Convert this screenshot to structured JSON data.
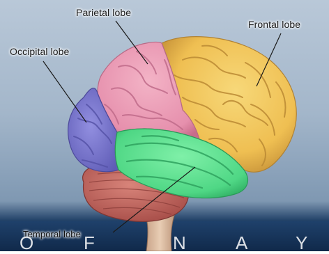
{
  "labels": {
    "parietal": "Parietal lobe",
    "frontal": "Frontal lobe",
    "occipital": "Occipital lobe",
    "temporal": "Temporal lobe"
  },
  "watermark_letters": [
    "O",
    "F",
    "N",
    "A",
    "Y"
  ],
  "colors": {
    "frontal": "#f1c35a",
    "parietal": "#ea9ab4",
    "occipital": "#7b78cc",
    "temporal": "#5ee08e",
    "cerebellum": "#c4675f",
    "brainstem": "#d9b79a",
    "background": "#a3b6ca",
    "footer": "#1a3558"
  }
}
